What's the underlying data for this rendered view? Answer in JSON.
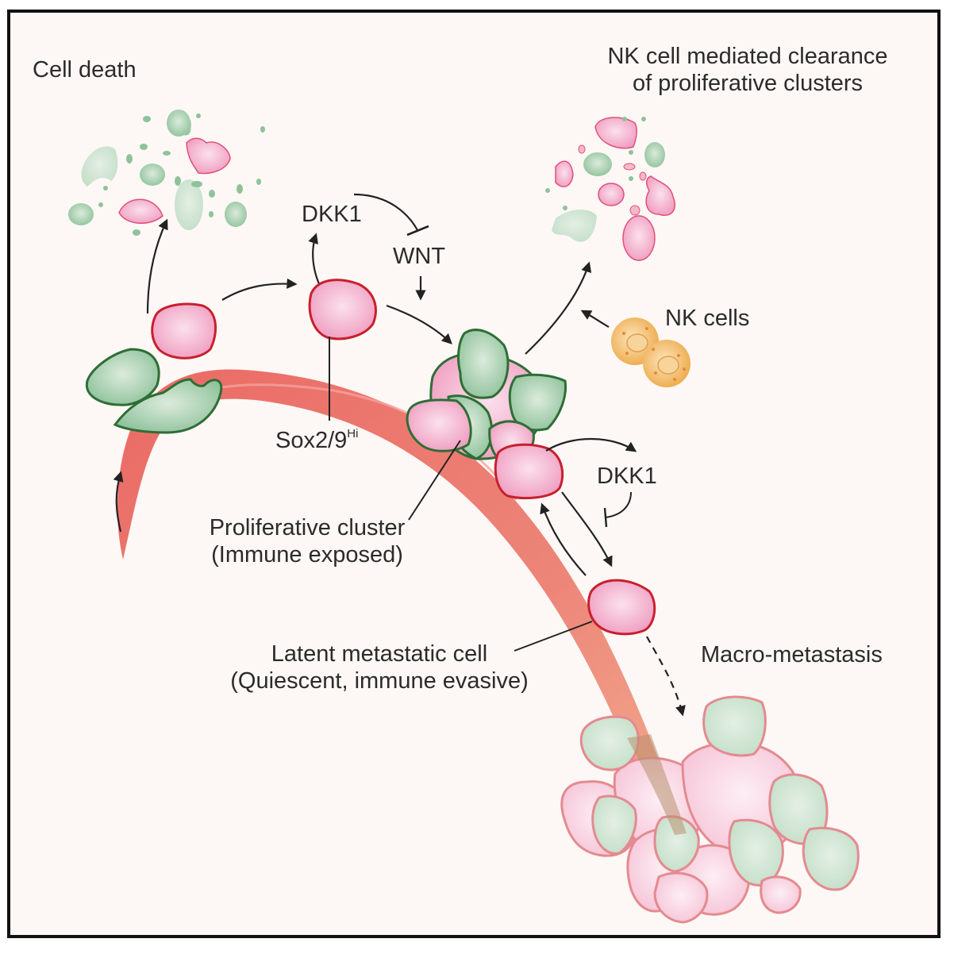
{
  "diagram": {
    "labels": {
      "cell_death": "Cell death",
      "nk_clearance_line1": "NK cell mediated clearance",
      "nk_clearance_line2": "of proliferative clusters",
      "dkk1_top": "DKK1",
      "wnt": "WNT",
      "nk_cells": "NK cells",
      "sox_main": "Sox2/9",
      "sox_sup": "Hi",
      "proliferative_line1": "Proliferative cluster",
      "proliferative_line2": "(Immune exposed)",
      "dkk1_right": "DKK1",
      "latent_line1": "Latent metastatic cell",
      "latent_line2": "(Quiescent, immune evasive)",
      "macro": "Macro-metastasis"
    },
    "colors": {
      "background": "#fdf8f5",
      "vessel": "#ec6f66",
      "tumor_cell_fill": "#f4a9c8",
      "tumor_cell_stroke": "#c8202e",
      "stromal_cell_fill": "#a9cfae",
      "stromal_cell_stroke": "#2e6e36",
      "nk_cell_fill": "#f2b564",
      "arrow": "#222222"
    }
  }
}
